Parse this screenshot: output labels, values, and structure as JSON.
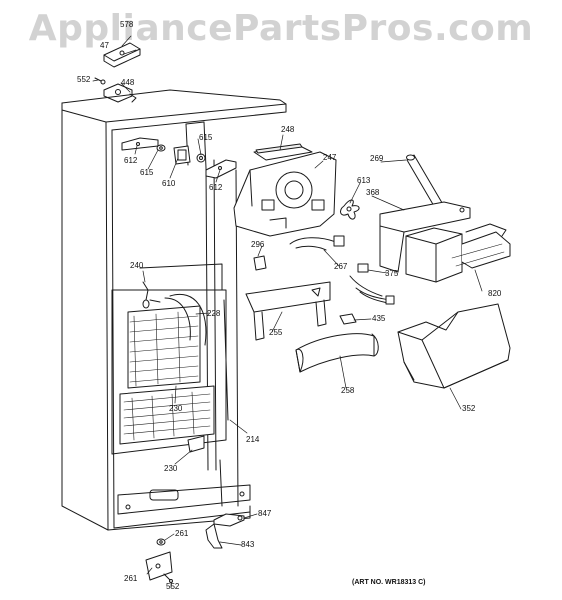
{
  "watermark": "AppliancePartsPros.com",
  "art_number": "(ART NO. WR18313 C)",
  "callouts": {
    "p578": "578",
    "p47": "47",
    "p552a": "552",
    "p448": "448",
    "p612a": "612",
    "p615a": "615",
    "p615b": "615",
    "p610": "610",
    "p612b": "612",
    "p248": "248",
    "p247": "247",
    "p269": "269",
    "p613": "613",
    "p368": "368",
    "p296": "296",
    "p267": "267",
    "p375": "375",
    "p820": "820",
    "p240": "240",
    "p228": "228",
    "p255": "255",
    "p435": "435",
    "p258": "258",
    "p352": "352",
    "p230a": "230",
    "p214": "214",
    "p230b": "230",
    "p847": "847",
    "p261a": "261",
    "p843": "843",
    "p261b": "261",
    "p552b": "552"
  }
}
